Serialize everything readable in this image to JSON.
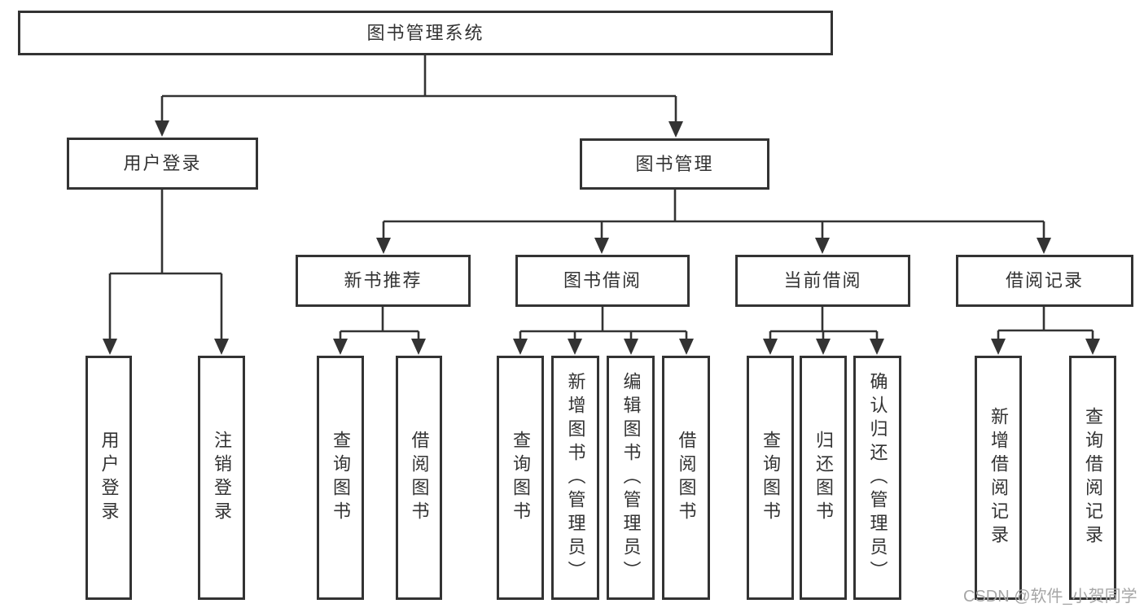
{
  "diagram": {
    "root": {
      "label": "图书管理系统"
    },
    "branches": [
      {
        "label": "用户登录",
        "children": [
          {
            "label": "用户登录"
          },
          {
            "label": "注销登录"
          }
        ]
      },
      {
        "label": "图书管理",
        "children": [
          {
            "label": "新书推荐",
            "children": [
              {
                "label": "查询图书"
              },
              {
                "label": "借阅图书"
              }
            ]
          },
          {
            "label": "图书借阅",
            "children": [
              {
                "label": "查询图书"
              },
              {
                "label": "新增图书（管理员）"
              },
              {
                "label": "编辑图书（管理员）"
              },
              {
                "label": "借阅图书"
              }
            ]
          },
          {
            "label": "当前借阅",
            "children": [
              {
                "label": "查询图书"
              },
              {
                "label": "归还图书"
              },
              {
                "label": "确认归还（管理员）"
              }
            ]
          },
          {
            "label": "借阅记录",
            "children": [
              {
                "label": "新增借阅记录"
              },
              {
                "label": "查询借阅记录"
              }
            ]
          }
        ]
      }
    ]
  },
  "watermark": {
    "text": "CSDN @软件_小贺同学"
  },
  "colors": {
    "line": "#333333",
    "text": "#333333",
    "box_border": "#333333",
    "watermark": "#a6a6a6",
    "background": "#ffffff"
  }
}
